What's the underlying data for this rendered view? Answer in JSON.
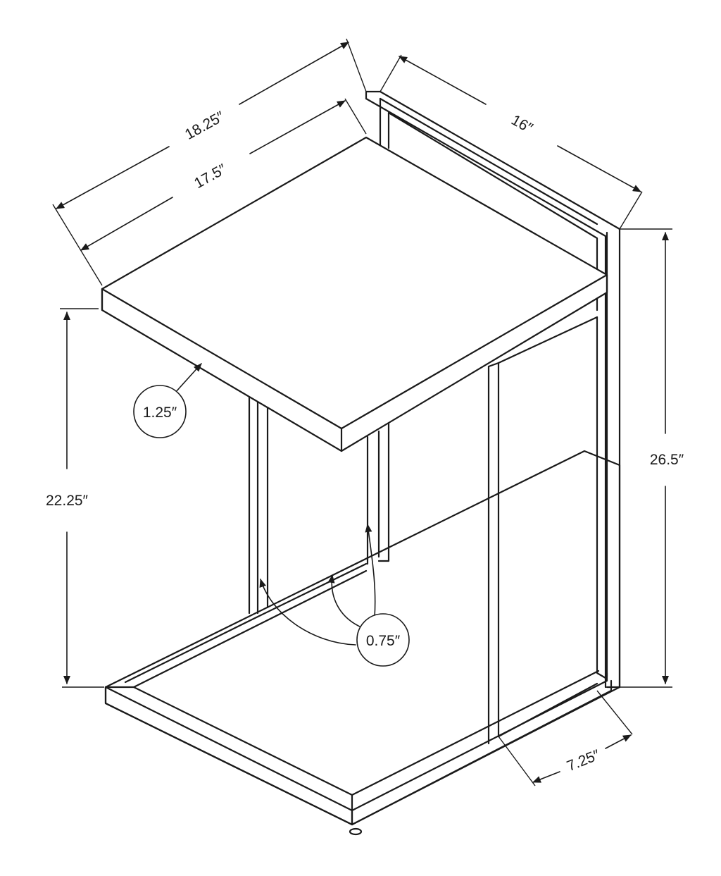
{
  "dimensions": {
    "overall_width": "18.25″",
    "top_width": "17.5″",
    "depth": "16″",
    "overall_height": "26.5″",
    "top_height_from_base": "22.25″",
    "top_thickness": "1.25″",
    "frame_thickness": "0.75″",
    "base_depth": "7.25″"
  },
  "colors": {
    "line": "#1a1a1a",
    "background": "#ffffff"
  }
}
